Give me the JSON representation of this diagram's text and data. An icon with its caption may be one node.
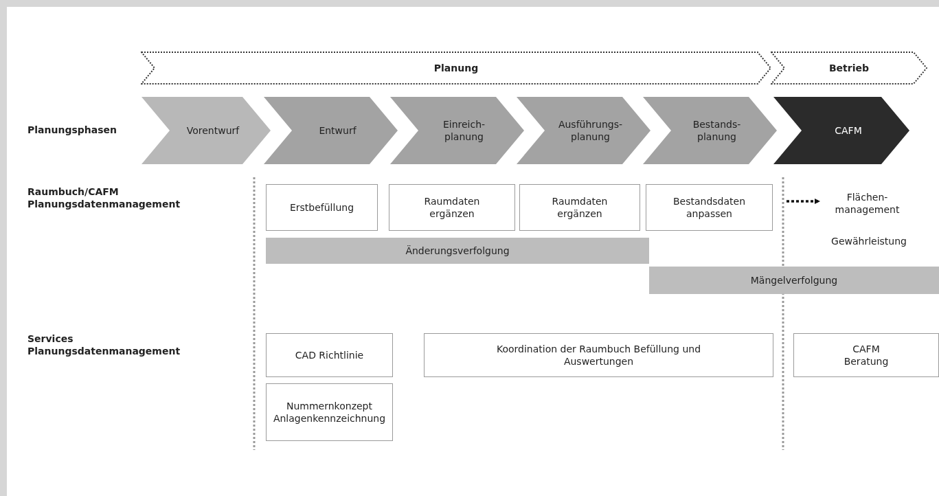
{
  "diagram": {
    "nodes": [
      {
        "text": [
          "Planung"
        ]
      },
      {
        "text": [
          "Betrieb"
        ]
      },
      {
        "text": [
          "Vorentwurf"
        ]
      },
      {
        "text": [
          "Entwurf"
        ]
      },
      {
        "text": [
          "Einreich- planung"
        ]
      },
      {
        "text": [
          "Ausführungs- planung"
        ]
      },
      {
        "text": [
          "Bestands- planung"
        ]
      },
      {
        "text": [
          "CAFM"
        ]
      },
      {
        "text": [
          "Erstbefüllung"
        ]
      },
      {
        "text": [
          "Raumdaten ergänzen"
        ]
      },
      {
        "text": [
          "Raumdaten ergänzen"
        ]
      },
      {
        "text": [
          "Bestandsdaten anpassen"
        ]
      },
      {
        "text": [
          "Änderungsverfolgung"
        ]
      },
      {
        "text": [
          "Mängelverfolgung"
        ]
      },
      {
        "text": [
          "CAD Richtlinie"
        ]
      },
      {
        "text": [
          "Koordination der Raumbuch Befüllung und Auswertungen"
        ]
      },
      {
        "text": [
          "Nummernkonzept Anlagenkennzeichnung"
        ]
      },
      {
        "text": [
          "CAFM Beratung"
        ]
      },
      {
        "text": [
          "Flächen- management"
        ]
      }
    ],
    "edges": [
      {
        "from": null,
        "to": 18,
        "arrow": "to",
        "style": "dashed"
      }
    ],
    "labels": [
      "Planungsphasen",
      "Raumbuch/CAFM Planungsdatenmanagement",
      "Gewährleistung",
      "Services Planungsdatenmanagement"
    ]
  }
}
